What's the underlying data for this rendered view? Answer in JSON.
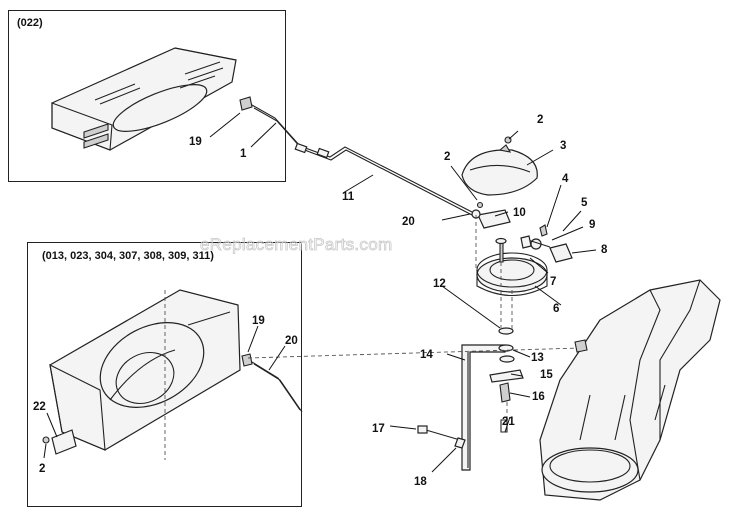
{
  "watermark": "eReplacementParts.com",
  "insets": [
    {
      "title": "(022)"
    },
    {
      "title": "(013, 023, 304, 307, 308, 309, 311)"
    }
  ],
  "callouts": [
    "2",
    "3",
    "2",
    "4",
    "5",
    "10",
    "9",
    "20",
    "11",
    "1",
    "19",
    "8",
    "7",
    "12",
    "6",
    "14",
    "13",
    "15",
    "16",
    "17",
    "21",
    "18",
    "19",
    "20",
    "22",
    "2"
  ]
}
